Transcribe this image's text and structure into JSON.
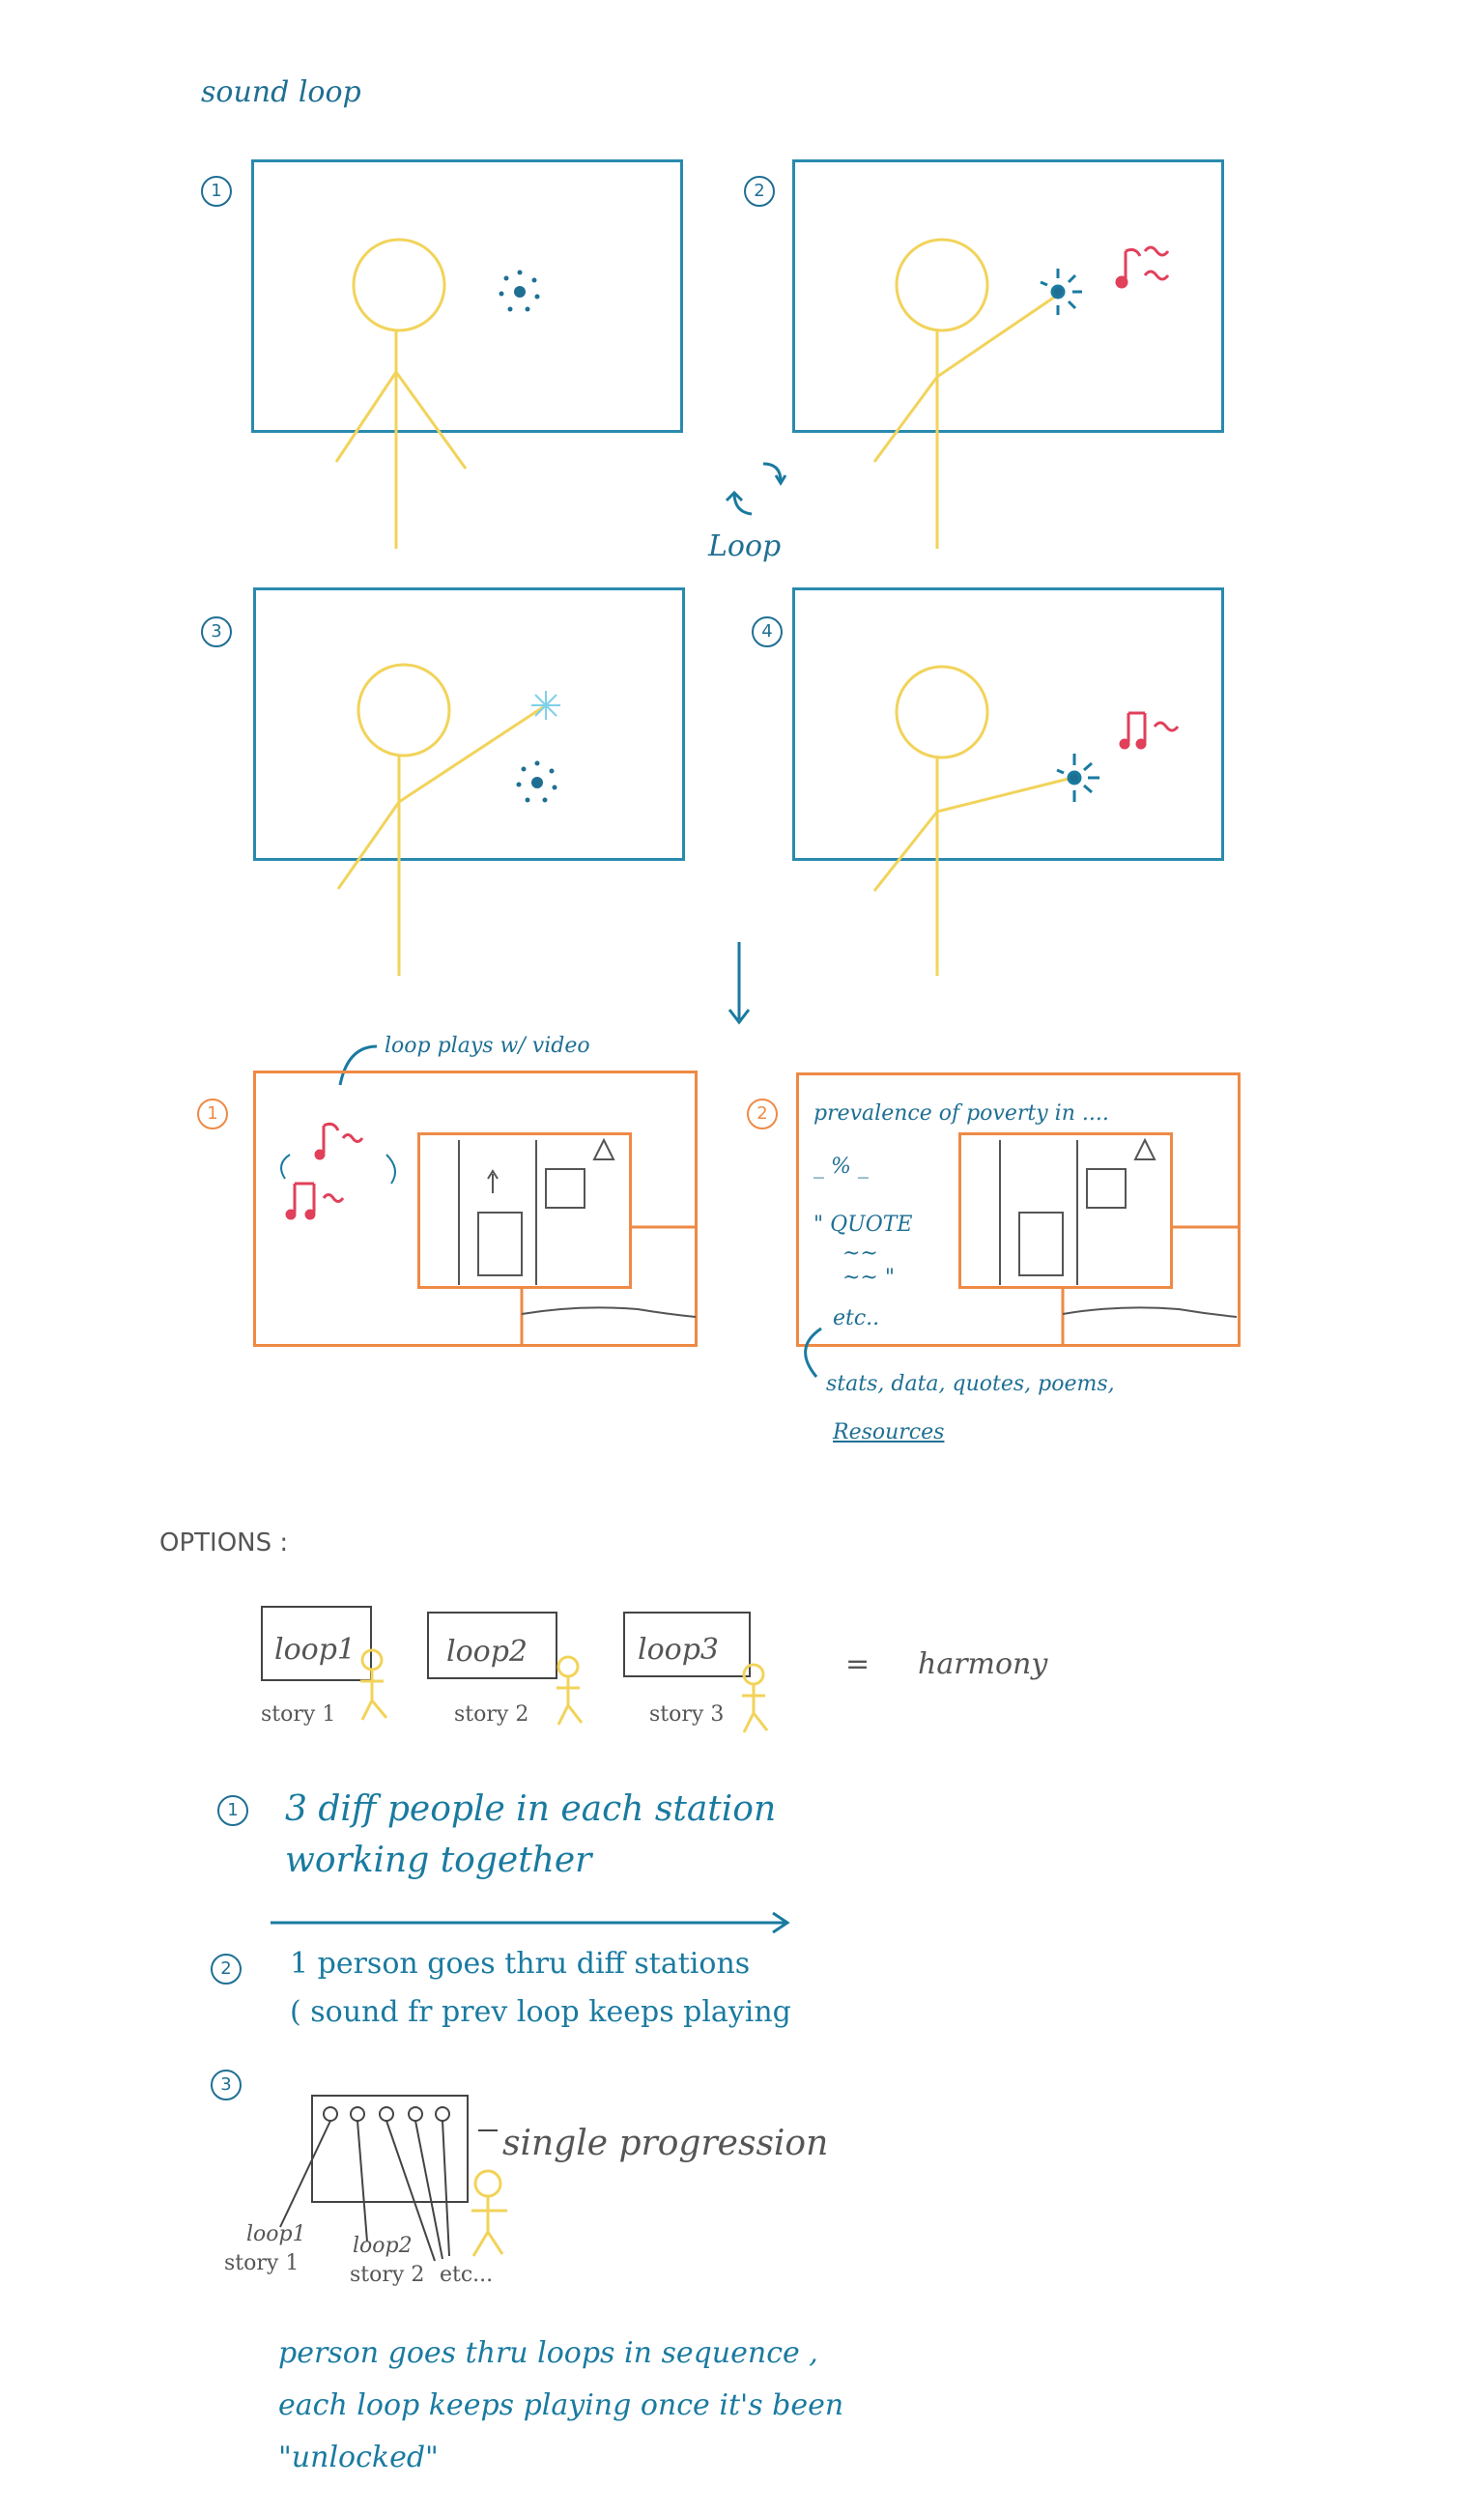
{
  "title": "sound loop",
  "panels": [
    {
      "num": "1"
    },
    {
      "num": "2"
    },
    {
      "num": "3"
    },
    {
      "num": "4"
    }
  ],
  "loop_label": "Loop",
  "video_panels": [
    {
      "num": "1"
    },
    {
      "num": "2"
    }
  ],
  "annotation_top": "loop plays w/ video",
  "stats_panel": {
    "line1": "prevalence of poverty in ....",
    "line2": "_ % _",
    "line3": "\" QUOTE",
    "line4": "~~",
    "line5": "~~ \"",
    "line6": "etc.."
  },
  "stats_caption": "stats, data, quotes, poems,",
  "resources_label": "Resources",
  "options_heading": "OPTIONS :",
  "option_boxes": [
    {
      "loop": "loop1",
      "story": "story 1"
    },
    {
      "loop": "loop2",
      "story": "story 2"
    },
    {
      "loop": "loop3",
      "story": "story 3"
    }
  ],
  "equals": "=",
  "harmony": "harmony",
  "options": [
    {
      "num": "1",
      "line1": "3 diff people in each station",
      "line2": "working together"
    },
    {
      "num": "2",
      "line1": "1 person goes thru diff stations",
      "line2": "( sound fr prev loop keeps playing"
    },
    {
      "num": "3"
    }
  ],
  "single_progression": "single progression",
  "progression_labels": {
    "loop1": "loop1",
    "story1": "story 1",
    "loop2": "loop2",
    "story2": "story 2",
    "etc": "etc..."
  },
  "footer": {
    "line1": "person goes thru loops in sequence ,",
    "line2": "each loop keeps playing once it's been",
    "line3": "\"unlocked\""
  },
  "colors": {
    "frame_blue": "#2a8aae",
    "frame_orange": "#ee8a45",
    "stick_yellow": "#f2d35a",
    "note_red": "#e0405a",
    "ink_blue": "#1f6f93"
  }
}
